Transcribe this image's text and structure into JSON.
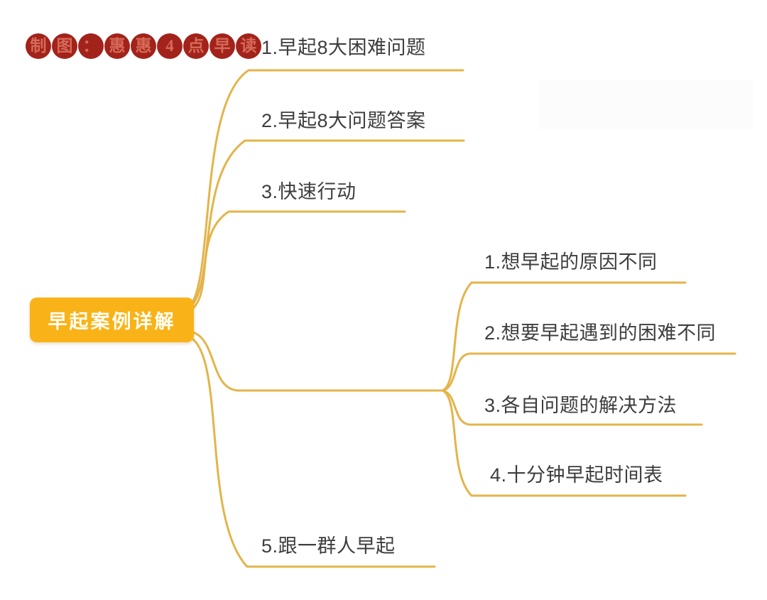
{
  "stamp": {
    "chars": [
      "制",
      "图",
      "：",
      "惠",
      "惠",
      "4",
      "点",
      "早",
      "读"
    ]
  },
  "root": {
    "label": "早起案例详解"
  },
  "branches": [
    {
      "label": "1.早起8大困难问题"
    },
    {
      "label": "2.早起8大问题答案"
    },
    {
      "label": "3.快速行动"
    },
    {
      "label": "",
      "children": [
        {
          "label": "1.想早起的原因不同"
        },
        {
          "label": "2.想要早起遇到的困难不同"
        },
        {
          "label": "3.各自问题的解决方法"
        },
        {
          "label": "4.十分钟早起时间表"
        }
      ]
    },
    {
      "label": "5.跟一群人早起"
    }
  ],
  "colors": {
    "line": "#E3B44A",
    "root_bg": "#F9B318",
    "root_text": "#FFFDF4",
    "label_text": "#3D3D3D",
    "stamp_bg": "#A2231B",
    "stamp_text": "#D66A58"
  }
}
